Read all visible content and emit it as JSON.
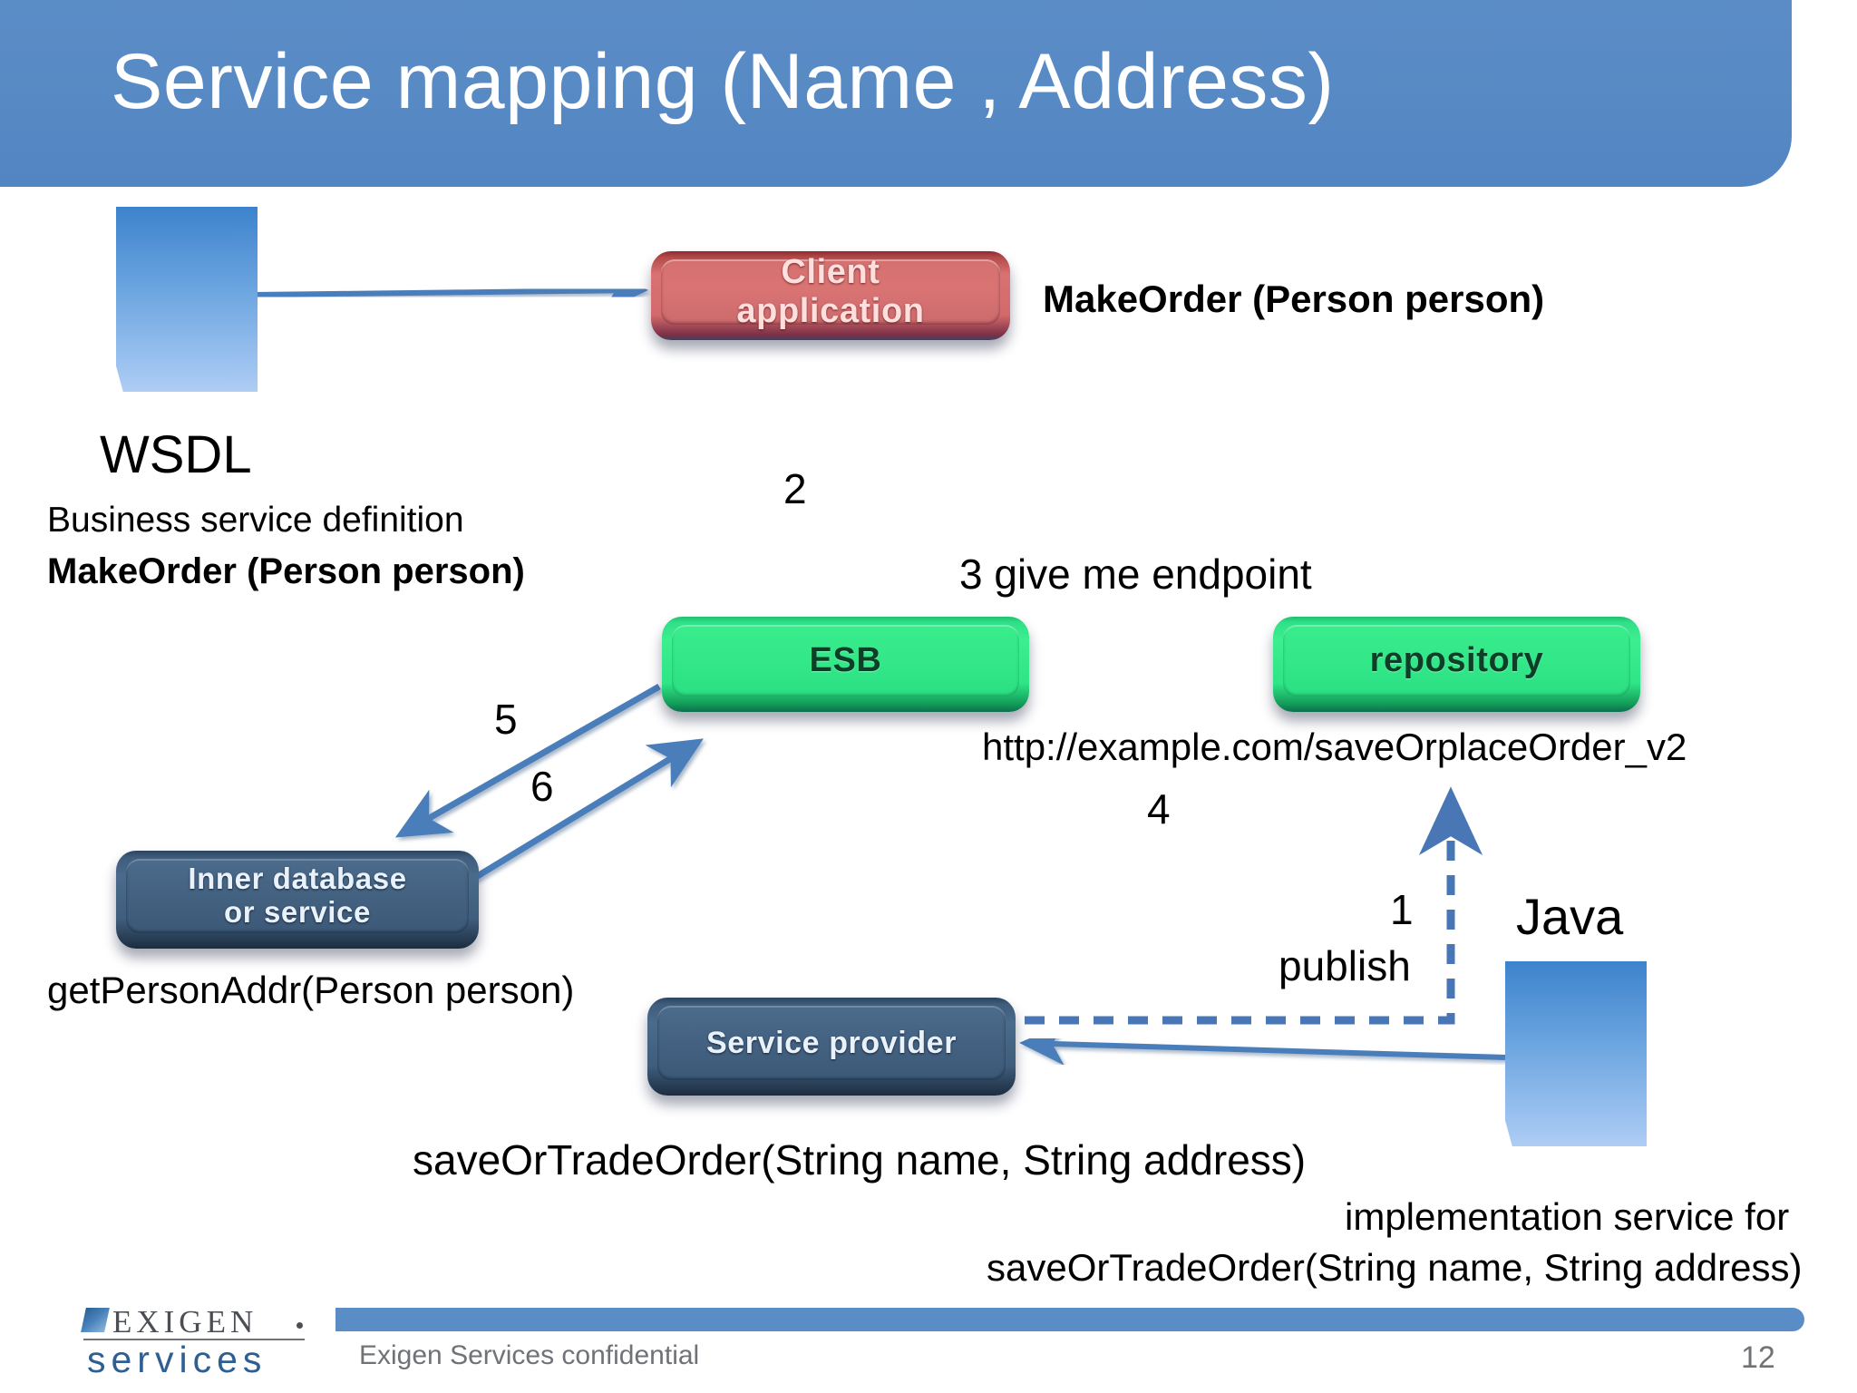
{
  "slide": {
    "title": "Service mapping (Name , Address)",
    "page_number": "12",
    "confidential_note": "Exigen Services confidential",
    "logo": {
      "top": "EXIGEN",
      "bottom": "services"
    }
  },
  "nodes": {
    "client_application": {
      "label": "Client\napplication",
      "line1": "Client",
      "line2": "application",
      "color": "#d97272"
    },
    "esb": {
      "label": "ESB",
      "color": "#3cee8e"
    },
    "repository": {
      "label": "repository",
      "color": "#3cee8e"
    },
    "inner_database": {
      "line1": "Inner database",
      "line2": "or service",
      "color": "#4a6b8c"
    },
    "service_provider": {
      "label": "Service provider",
      "color": "#4a6b8c"
    },
    "wsdl_doc": {
      "name": "wsdl-document-shape",
      "color": "#6ca5e0"
    },
    "java_doc": {
      "name": "java-document-shape",
      "color": "#6ca5e0"
    }
  },
  "labels": {
    "wsdl_title": "WSDL",
    "wsdl_sub": "Business service definition",
    "wsdl_signature": "MakeOrder (Person person)",
    "client_signature": "MakeOrder (Person person)",
    "step2": "2",
    "step3": "3  give me endpoint",
    "step4": "4",
    "step5": "5",
    "step6": "6",
    "step1": "1",
    "publish": "publish",
    "endpoint_url": "http://example.com/saveOrplaceOrder_v2",
    "java_title": "Java",
    "db_signature": "getPersonAddr(Person person)",
    "provider_signature": "saveOrTradeOrder(String name, String address)",
    "impl_line1": "implementation service for",
    "impl_line2": "saveOrTradeOrder(String name, String address)"
  },
  "colors": {
    "header_blue": "#5789c4",
    "arrow_blue": "#4a7ebb",
    "doc_blue_top": "#3d83cc",
    "doc_blue_bottom": "#aecdf5",
    "green": "#3cee8e",
    "red": "#d97272",
    "steel": "#4a6b8c",
    "footer_grey": "#6f7277"
  }
}
